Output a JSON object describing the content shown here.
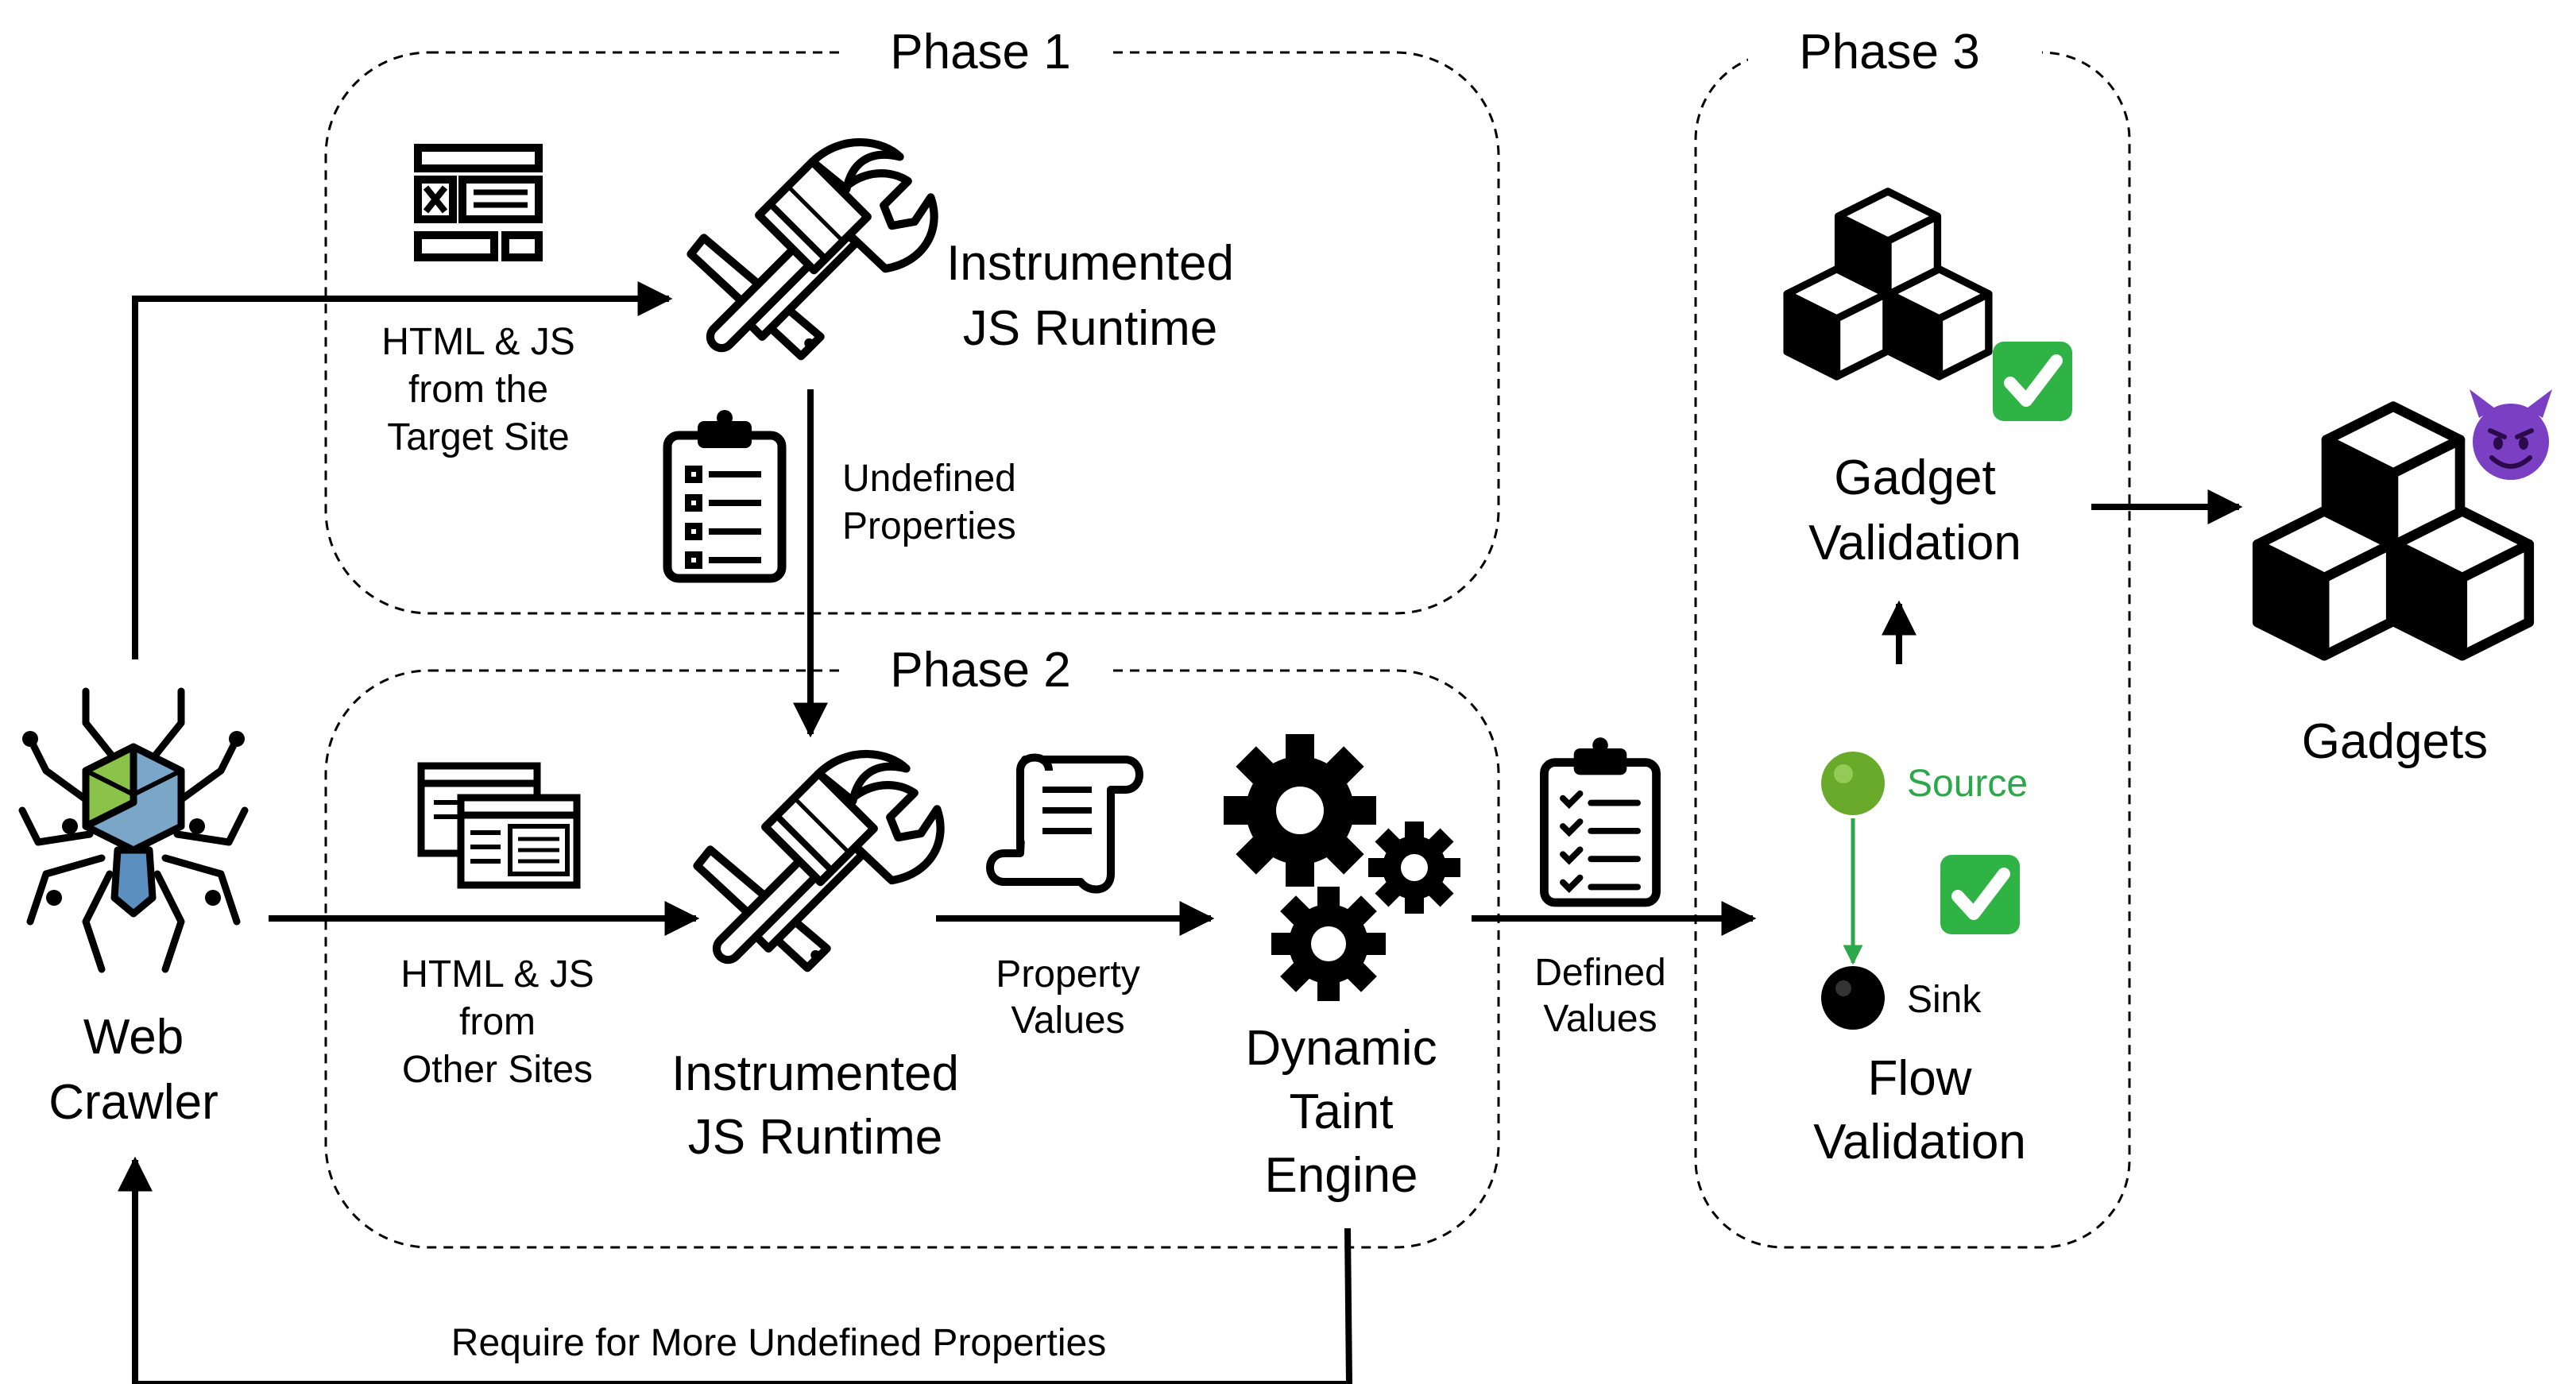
{
  "colors": {
    "stroke": "#000000",
    "green": "#2ca84a",
    "source_node": "#6aaa2a",
    "check_bg": "#2fb344",
    "devil": "#7b3fc4",
    "spider_green": "#8bc34a",
    "spider_blue": "#7aa7c7"
  },
  "phases": {
    "phase1": "Phase 1",
    "phase2": "Phase 2",
    "phase3": "Phase 3"
  },
  "nodes": {
    "web_crawler": [
      "Web",
      "Crawler"
    ],
    "runtime1": [
      "Instrumented",
      "JS Runtime"
    ],
    "runtime2": [
      "Instrumented",
      "JS Runtime"
    ],
    "taint_engine": [
      "Dynamic",
      "Taint",
      "Engine"
    ],
    "gadget_validation": [
      "Gadget",
      "Validation"
    ],
    "flow_validation": [
      "Flow",
      "Validation"
    ],
    "gadgets": "Gadgets",
    "source": "Source",
    "sink": "Sink"
  },
  "edges": {
    "html_js_target": [
      "HTML & JS",
      "from the",
      "Target Site"
    ],
    "undefined_props": [
      "Undefined",
      "Properties"
    ],
    "html_js_other": [
      "HTML & JS",
      "from",
      "Other Sites"
    ],
    "property_values": [
      "Property",
      "Values"
    ],
    "defined_values": [
      "Defined",
      "Values"
    ],
    "feedback": "Require for More Undefined Properties"
  },
  "icons": {
    "crawler": "spider-icon",
    "page_layout": "web-page-layout-icon",
    "tools": "hammer-wrench-icon",
    "clipboard": "clipboard-checklist-icon",
    "browser_windows": "browser-windows-icon",
    "scroll": "scroll-icon",
    "gears": "gears-icon",
    "cubes": "cubes-icon",
    "check": "check-mark-icon",
    "devil": "smiling-devil-icon"
  }
}
